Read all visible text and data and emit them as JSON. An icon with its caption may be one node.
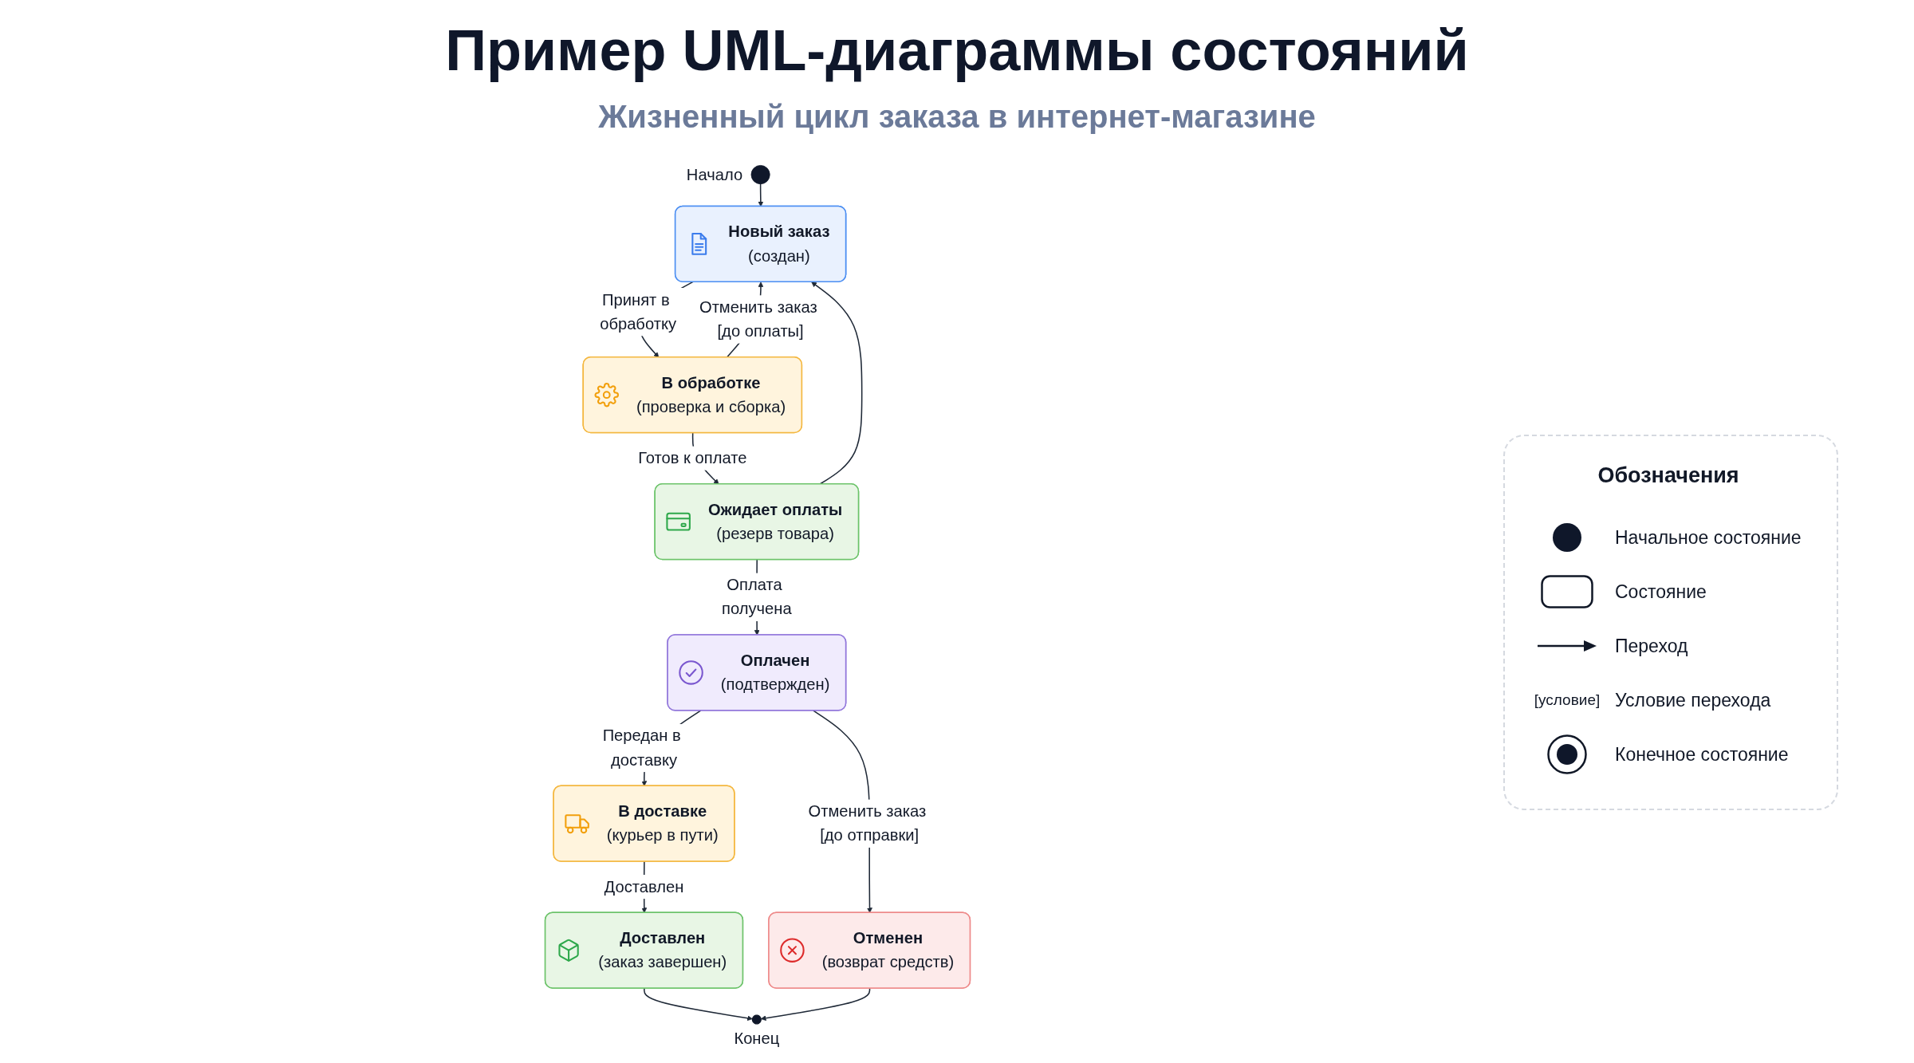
{
  "diagram": {
    "title": "Пример UML-диаграммы состояний",
    "nodes": [
      {
        "text": [],
        "shape": "circle",
        "beside": [
          "Начало"
        ]
      },
      {
        "text": [
          "Новый заказ",
          "(создан)"
        ]
      },
      {
        "text": [
          "В обработке",
          "(проверка и сборка)"
        ]
      },
      {
        "text": [
          "Ожидает оплаты",
          "(резерв товара)"
        ]
      },
      {
        "text": [
          "Оплачен",
          "(подтвержден)"
        ]
      },
      {
        "text": [
          "Доставлен",
          "(заказ завершен)"
        ]
      },
      {
        "text": [
          "В доставке",
          "(курьер в пути)"
        ]
      },
      {
        "text": [
          "Отменен",
          "(возврат средств)"
        ]
      },
      {
        "text": [],
        "shape": "circle",
        "beside": [
          "Конец"
        ]
      }
    ],
    "edges": [
      {
        "from": 0,
        "to": 1,
        "arrow": "to"
      },
      {
        "from": 2,
        "to": 1,
        "arrow": "to",
        "label": "Отменить заказ [до оплаты]"
      },
      {
        "from": 1,
        "to": 2,
        "arrow": "to",
        "label": "Принят в обработку"
      },
      {
        "from": 2,
        "to": 3,
        "arrow": "to",
        "label": "Готов к оплате"
      },
      {
        "from": 3,
        "to": 1,
        "arrow": "to"
      },
      {
        "from": 3,
        "to": 4,
        "arrow": "to",
        "label": "Оплата получена"
      },
      {
        "from": 4,
        "to": 7,
        "arrow": "to",
        "label": "Отменить заказ [до отправки]"
      },
      {
        "from": 4,
        "to": 6,
        "arrow": "to",
        "label": "Передан в доставку"
      },
      {
        "from": 6,
        "to": 5,
        "arrow": "to",
        "label": "Доставлен"
      },
      {
        "from": 5,
        "to": 8,
        "arrow": "to"
      },
      {
        "from": 7,
        "to": 8,
        "arrow": "to"
      }
    ],
    "labels": [
      "Жизненный цикл заказа в интернет-магазине",
      "Обозначения",
      "[условие]"
    ],
    "legend": [
      {
        "text": "Начальное состояние"
      },
      {
        "text": "Состояние"
      },
      {
        "text": "Переход"
      },
      {
        "text": "Условие перехода"
      },
      {
        "text": "Конечное состояние"
      }
    ]
  }
}
